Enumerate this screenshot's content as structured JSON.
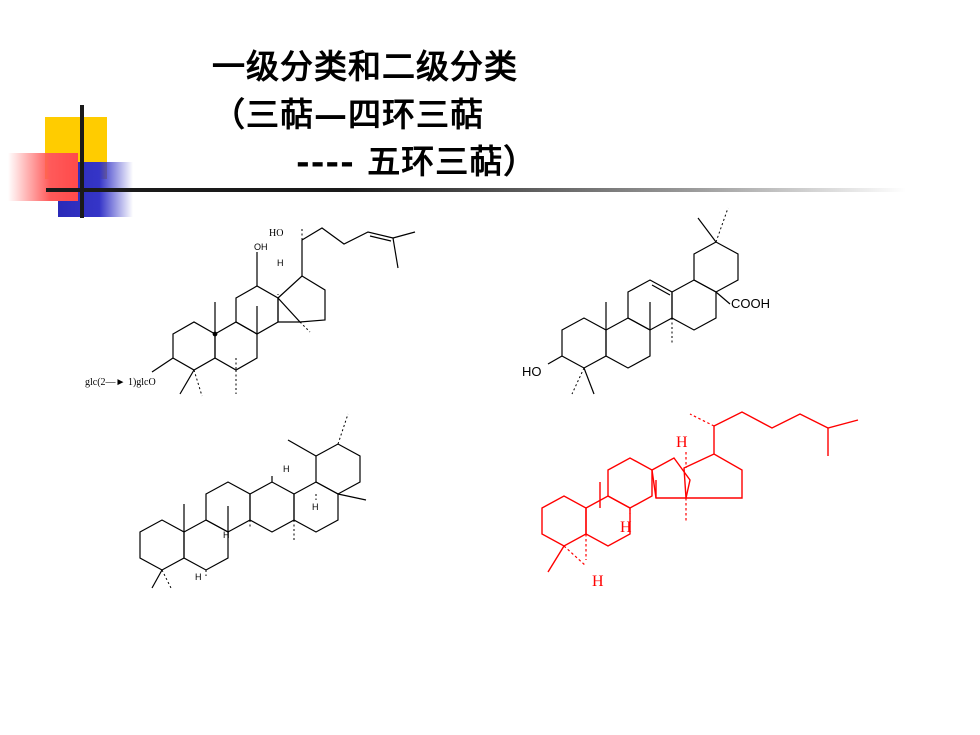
{
  "slide": {
    "title_line1": "一级分类和二级分类",
    "title_line2": "（三萜—四环三萜",
    "title_line3": "---- 五环三萜）"
  },
  "structures": {
    "ginsenoside": {
      "ho": "HO",
      "oh": "OH",
      "h": "H",
      "sugar": "glc(2—► 1)glcO"
    },
    "oleanolic": {
      "cooh": "COOH",
      "ho": "HO"
    },
    "hopane": {
      "h1": "H",
      "h2": "H",
      "h3": "H",
      "h4": "H"
    },
    "lanostane": {
      "h1": "H",
      "h2": "H",
      "h3": "H"
    }
  },
  "colors": {
    "accent_red": "#ff0000",
    "yellow": "#ffcc00",
    "blue": "#2a2ab8"
  }
}
